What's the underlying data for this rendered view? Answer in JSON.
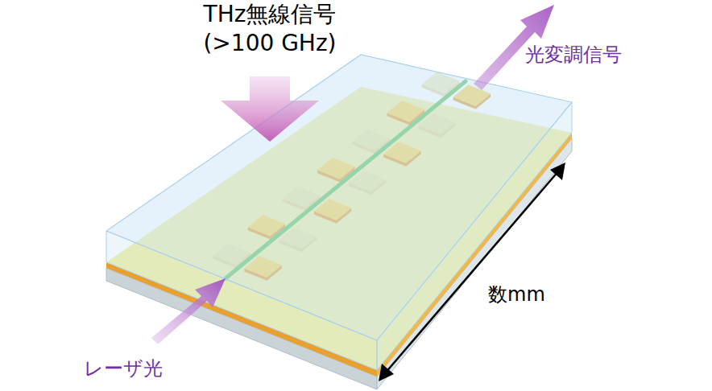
{
  "diagram": {
    "labels": [
      "THz無線信号 (>100 GHz)",
      "光変調信号",
      "数mm",
      "レーザ光"
    ]
  }
}
